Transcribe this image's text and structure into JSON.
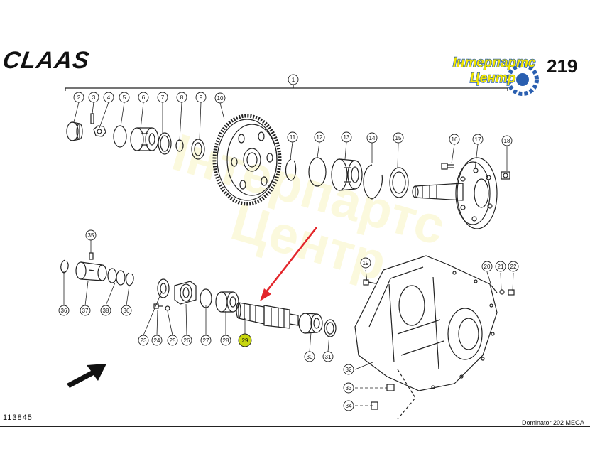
{
  "header": {
    "brand": "CLAAS",
    "page_number": "219",
    "logo_line1": "Інтерпартс",
    "logo_line2": "Центр"
  },
  "footer": {
    "doc_number": "113845",
    "model": "Dominator  202 MEGA"
  },
  "watermark": {
    "line1": "Інтерпартс",
    "line2": "Центр"
  },
  "colors": {
    "highlight": "#c7d60f",
    "arrow": "#e3262b",
    "line": "#222222",
    "logo_yellow": "#f2e600",
    "logo_blue": "#2a5fb0"
  },
  "callouts": {
    "p1": "1",
    "p2": "2",
    "p3": "3",
    "p4": "4",
    "p5": "5",
    "p6": "6",
    "p7": "7",
    "p8": "8",
    "p9": "9",
    "p10": "10",
    "p11": "11",
    "p12": "12",
    "p13": "13",
    "p14": "14",
    "p15": "15",
    "p16": "16",
    "p17": "17",
    "p18": "18",
    "p19": "19",
    "p20": "20",
    "p21": "21",
    "p22": "22",
    "p23": "23",
    "p24": "24",
    "p25": "25",
    "p26": "26",
    "p27": "27",
    "p28": "28",
    "p29": "29",
    "p30": "30",
    "p31": "31",
    "p32": "32",
    "p33": "33",
    "p34": "34",
    "p35": "35",
    "p36a": "36",
    "p36b": "36",
    "p37": "37",
    "p38": "38"
  },
  "highlighted_part": "29"
}
